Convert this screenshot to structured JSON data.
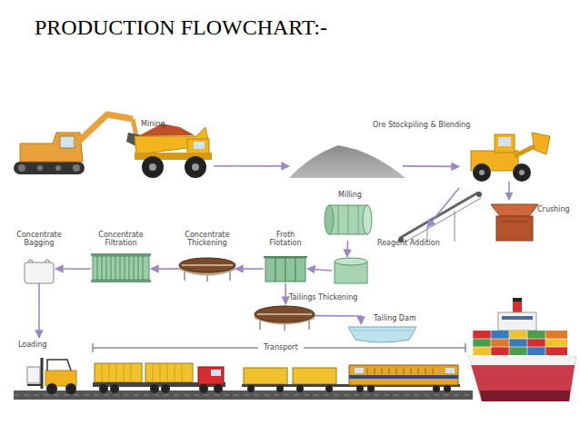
{
  "diagram": {
    "title": "PRODUCTION FLOWCHART:-",
    "nodes": [
      {
        "text": [
          "Mining"
        ]
      },
      {
        "text": [
          "Ore Stockpiling & Blending"
        ]
      },
      {
        "text": [
          "Crushing"
        ]
      },
      {
        "text": [
          "Milling"
        ]
      },
      {
        "text": [
          "Reagent Addition"
        ]
      },
      {
        "text": [
          "Froth Flotation"
        ]
      },
      {
        "text": [
          "Concentrate Thickening"
        ]
      },
      {
        "text": [
          "Concentrate Filtration"
        ]
      },
      {
        "text": [
          "Concentrate Bagging"
        ]
      },
      {
        "text": [
          "Tailings Thickening"
        ]
      },
      {
        "text": [
          "Tailing Dam"
        ]
      },
      {
        "text": [
          "Loading"
        ]
      },
      {
        "text": [
          "Transport"
        ]
      }
    ],
    "edges": [
      {
        "from": 0,
        "to": 1,
        "arrow": "to"
      },
      {
        "from": 1,
        "to": 2,
        "arrow": "to"
      },
      {
        "from": 2,
        "to": 3,
        "arrow": "to"
      },
      {
        "from": 3,
        "to": 4,
        "arrow": "to"
      },
      {
        "from": 4,
        "to": 5,
        "arrow": "to"
      },
      {
        "from": 5,
        "to": 6,
        "arrow": "to"
      },
      {
        "from": 6,
        "to": 7,
        "arrow": "to"
      },
      {
        "from": 7,
        "to": 8,
        "arrow": "to"
      },
      {
        "from": 8,
        "to": 11,
        "arrow": "to"
      },
      {
        "from": 5,
        "to": 9,
        "arrow": "to"
      },
      {
        "from": 9,
        "to": 10,
        "arrow": "to"
      }
    ]
  }
}
